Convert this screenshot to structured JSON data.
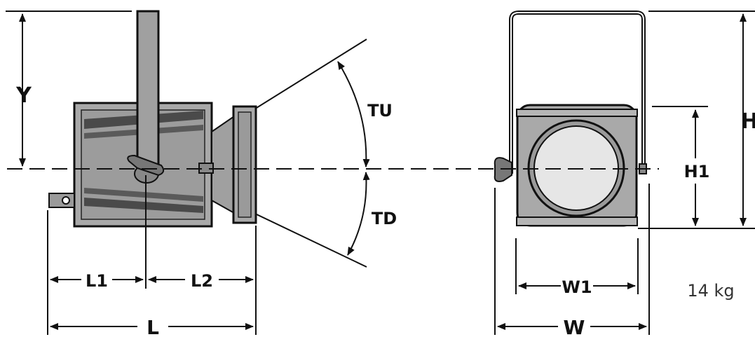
{
  "labels": {
    "y": "Y",
    "tu": "TU",
    "td": "TD",
    "l1": "L1",
    "l2": "L2",
    "l": "L",
    "h": "H",
    "h1": "H1",
    "w1": "W1",
    "w": "W"
  },
  "weight": "14 kg",
  "colors": {
    "body_fill": "#a9a9a9",
    "body_dark": "#6e6e6e",
    "outline": "#111111",
    "lens": "#e6e6e6",
    "dimension_line": "#111111"
  }
}
